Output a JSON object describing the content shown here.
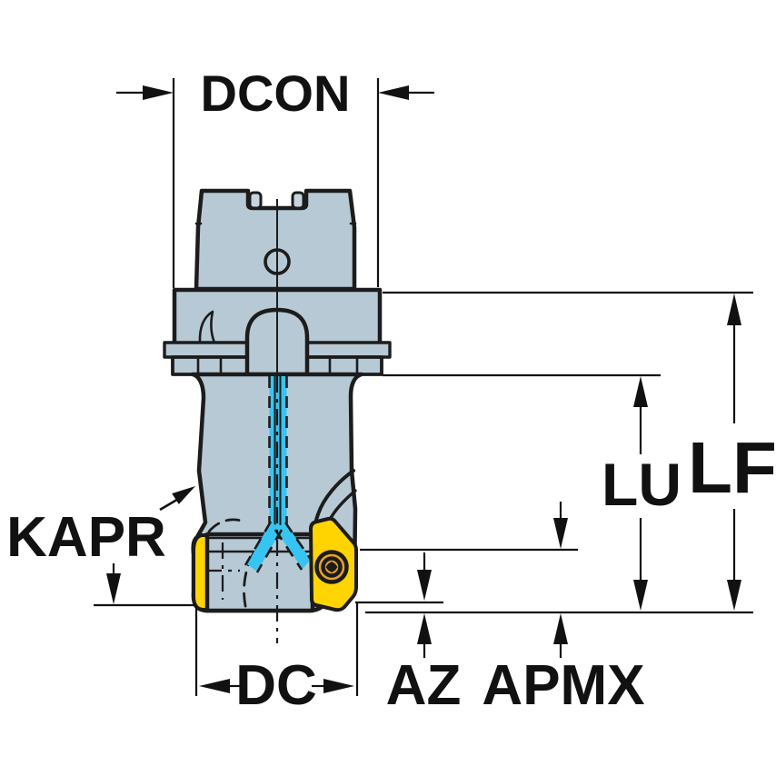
{
  "diagram": {
    "description": "Technical dimension drawing of an indexable milling cutter with taper shank, coolant channel and yellow insert",
    "labels": {
      "dcon": "DCON",
      "lf": "LF",
      "lu": "LU",
      "kapr": "KAPR",
      "dc": "DC",
      "az": "AZ",
      "apmx": "APMX"
    }
  },
  "colors": {
    "background": "#ffffff",
    "body": "#b7c9d4",
    "body_light": "#c6d4dd",
    "coolant": "#38c4f2",
    "insert": "#ffd400",
    "screw": "#e8a12c",
    "outline": "#1c1c1c",
    "dim": "#111111"
  }
}
